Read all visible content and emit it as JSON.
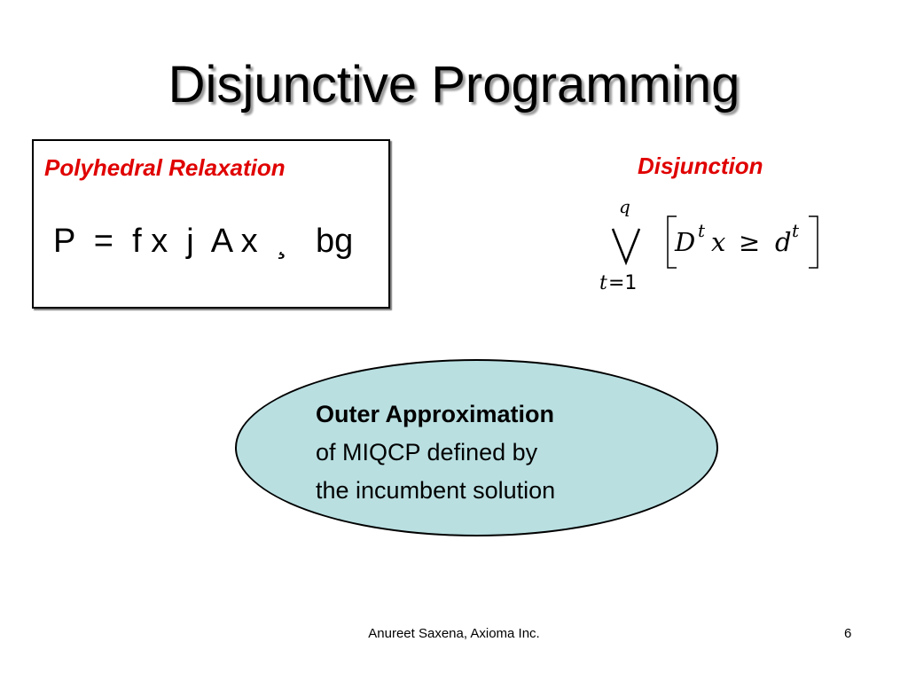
{
  "slide": {
    "title": "Disjunctive Programming"
  },
  "relaxation": {
    "label": "Polyhedral Relaxation",
    "formula": "P  =  f x  j  A x  ¸   bg",
    "label_color": "#e00000"
  },
  "disjunction": {
    "label": "Disjunction",
    "upper_index": "q",
    "lower_index": "t",
    "lower_value": "=1",
    "matrix": "D",
    "matrix_superscript": "t",
    "variable": "x",
    "relation": "≥",
    "rhs": "d",
    "rhs_superscript": "t"
  },
  "callout": {
    "heading": "Outer Approximation",
    "line2": "of MIQCP defined by",
    "line3": "the incumbent solution",
    "fill_color": "#b9dfe1"
  },
  "footer": {
    "author": "Anureet Saxena, Axioma Inc.",
    "page_number": "6"
  }
}
